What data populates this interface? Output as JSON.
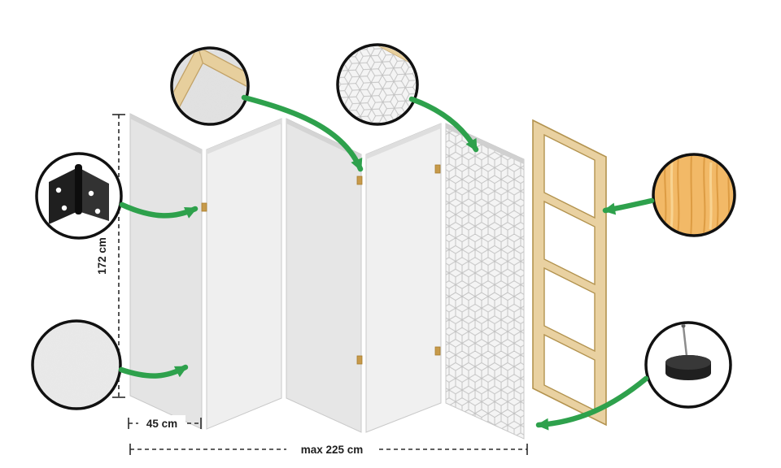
{
  "dimensions": {
    "height": "172 cm",
    "panel_width": "45 cm",
    "max_total_width": "max 225 cm"
  },
  "colors": {
    "arrow_green": "#2ea14c",
    "panel_gray": "#e7e7e7",
    "pattern_line": "#c3c3c3",
    "wood_frame": "#e9d1a1",
    "wood_texture": "#f2b967",
    "hinge_black": "#222222",
    "callout_border": "#111111",
    "dimension_line": "#2b2b2b"
  },
  "callouts": [
    {
      "id": "hinge",
      "icon": "hinge-icon"
    },
    {
      "id": "frame-corner",
      "icon": "frame-corner-icon"
    },
    {
      "id": "pattern-corner",
      "icon": "pattern-corner-icon"
    },
    {
      "id": "wood-texture",
      "icon": "wood-texture-icon"
    },
    {
      "id": "canvas-texture",
      "icon": "canvas-texture-icon"
    },
    {
      "id": "foot",
      "icon": "foot-icon"
    }
  ]
}
